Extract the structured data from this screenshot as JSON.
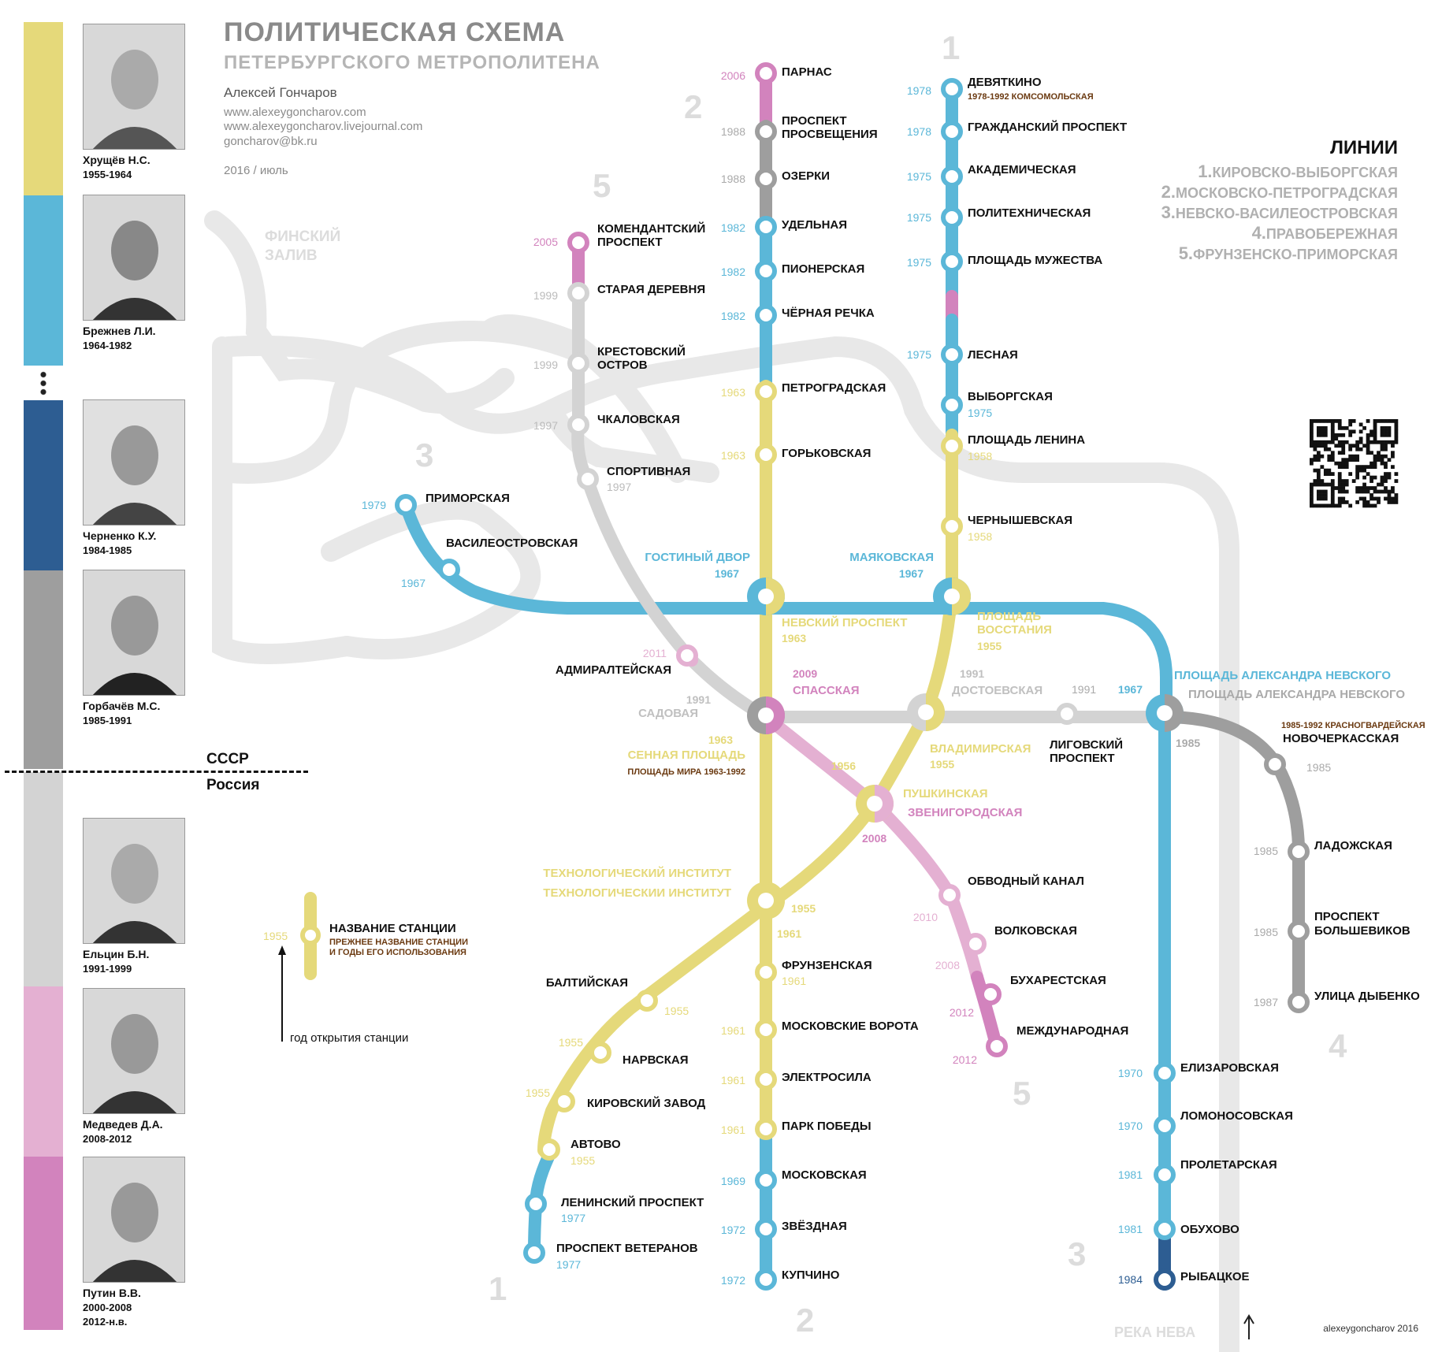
{
  "header": {
    "title": "ПОЛИТИЧЕСКАЯ СХЕМА",
    "subtitle": "ПЕТЕРБУРГСКОГО МЕТРОПОЛИТЕНА",
    "author": "Алексей Гончаров",
    "site": "www.alexeygoncharov.com",
    "blog": "www.alexeygoncharov.livejournal.com",
    "email": "goncharov@bk.ru",
    "date": "2016 / июль"
  },
  "colors": {
    "khrushchev": "#e5d97a",
    "brezhnev": "#5bb7d8",
    "chernenko": "#2d5d92",
    "gorbachev": "#9e9e9e",
    "yeltsin": "#d3d3d3",
    "medvedev": "#e4b0d2",
    "putin": "#d283bd",
    "text_gray": "#a3a3a3",
    "background_map": "#e8e8e8"
  },
  "leaders": [
    {
      "name": "Хрущёв Н.С.",
      "years": "1955-1964"
    },
    {
      "name": "Брежнев Л.И.",
      "years": "1964-1982"
    },
    {
      "name": "Черненко К.У.",
      "years": "1984-1985"
    },
    {
      "name": "Горбачёв М.С.",
      "years": "1985-1991"
    },
    {
      "name": "Ельцин Б.Н.",
      "years": "1991-1999"
    },
    {
      "name": "Медведев Д.А.",
      "years": "2008-2012"
    },
    {
      "name": "Путин В.В.",
      "years": "2000-2008",
      "years2": "2012-н.в."
    }
  ],
  "era": {
    "ussr": "СССР",
    "russia": "Россия"
  },
  "legend_lines": {
    "title": "ЛИНИИ",
    "items": [
      {
        "num": "1.",
        "name": "КИРОВСКО-ВЫБОРГСКАЯ"
      },
      {
        "num": "2.",
        "name": "МОСКОВСКО-ПЕТРОГРАДСКАЯ"
      },
      {
        "num": "3.",
        "name": "НЕВСКО-ВАСИЛЕОСТРОВСКАЯ"
      },
      {
        "num": "4.",
        "name": "ПРАВОБЕРЕЖНАЯ"
      },
      {
        "num": "5.",
        "name": "ФРУНЗЕНСКО-ПРИМОРСКАЯ"
      }
    ]
  },
  "legend_key": {
    "year": "1955",
    "station": "НАЗВАНИЕ СТАНЦИИ",
    "former1": "ПРЕЖНЕЕ НАЗВАНИЕ СТАНЦИИ",
    "former2": "И ГОДЫ ЕГО ИСПОЛЬЗОВАНИЯ",
    "opening": "год открытия станции"
  },
  "geo": {
    "gulf1": "ФИНСКИЙ",
    "gulf2": "ЗАЛИВ",
    "river": "РЕКА НЕВА"
  },
  "line_numbers": {
    "l1_top": "1",
    "l2_top": "2",
    "l5_top": "5",
    "l3_left": "3",
    "l1_bottom": "1",
    "l2_bottom": "2",
    "l3_bottom": "3",
    "l4_bottom": "4",
    "l5_bottom": "5"
  },
  "signature": "alexeygoncharov 2016",
  "stations": {
    "parnas": {
      "name": "ПАРНАС",
      "year": "2006"
    },
    "prosvescheniya": {
      "name1": "ПРОСПЕКТ",
      "name2": "ПРОСВЕЩЕНИЯ",
      "year": "1988"
    },
    "ozerki": {
      "name": "ОЗЕРКИ",
      "year": "1988"
    },
    "udelnaya": {
      "name": "УДЕЛЬНАЯ",
      "year": "1982"
    },
    "pionerskaya": {
      "name": "ПИОНЕРСКАЯ",
      "year": "1982"
    },
    "chernaya": {
      "name": "ЧЁРНАЯ РЕЧКА",
      "year": "1982"
    },
    "petrogradskaya": {
      "name": "ПЕТРОГРАДСКАЯ",
      "year": "1963"
    },
    "gorkovskaya": {
      "name": "ГОРЬКОВСКАЯ",
      "year": "1963"
    },
    "gostiny": {
      "name": "ГОСТИНЫЙ ДВОР",
      "year": "1967"
    },
    "nevsky": {
      "name": "НЕВСКИЙ ПРОСПЕКТ",
      "year": "1963"
    },
    "sennaya": {
      "name": "СЕННАЯ ПЛОЩАДЬ",
      "year": "1963",
      "former": "ПЛОЩАДЬ МИРА 1963-1992"
    },
    "spasskaya": {
      "name": "СПАССКАЯ",
      "year": "2009"
    },
    "sadovaya": {
      "name": "САДОВАЯ",
      "year": "1991"
    },
    "techno1": {
      "name": "ТЕХНОЛОГИЧЕСКИЙ ИНСТИТУТ"
    },
    "techno2": {
      "name": "ТЕХНОЛОГИЧЕСКИИ ИНСТИТУТ",
      "year1": "1955",
      "year2": "1961"
    },
    "frunzenskaya": {
      "name": "ФРУНЗЕНСКАЯ",
      "year": "1961"
    },
    "moskovskie": {
      "name": "МОСКОВСКИЕ ВОРОТА",
      "year": "1961"
    },
    "elektrosila": {
      "name": "ЭЛЕКТРОСИЛА",
      "year": "1961"
    },
    "park": {
      "name": "ПАРК ПОБЕДЫ",
      "year": "1961"
    },
    "moskovskaya": {
      "name": "МОСКОВСКАЯ",
      "year": "1969"
    },
    "zvezdnaya": {
      "name": "ЗВЁЗДНАЯ",
      "year": "1972"
    },
    "kupchino": {
      "name": "КУПЧИНО",
      "year": "1972"
    },
    "devyatkino": {
      "name": "ДЕВЯТКИНО",
      "year": "1978",
      "former": "1978-1992 КОМСОМОЛЬСКАЯ"
    },
    "grazhdansky": {
      "name": "ГРАЖДАНСКИЙ ПРОСПЕКТ",
      "year": "1978"
    },
    "akademicheskaya": {
      "name": "АКАДЕМИЧЕСКАЯ",
      "year": "1975"
    },
    "politehnicheskaya": {
      "name": "ПОЛИТЕХНИЧЕСКАЯ",
      "year": "1975"
    },
    "muzhestva": {
      "name": "ПЛОЩАДЬ МУЖЕСТВА",
      "year": "1975"
    },
    "lesnaya": {
      "name": "ЛЕСНАЯ",
      "year": "1975"
    },
    "vyborgskaya": {
      "name": "ВЫБОРГСКАЯ",
      "year": "1975"
    },
    "lenina": {
      "name": "ПЛОЩАДЬ ЛЕНИНА",
      "year": "1958"
    },
    "chernyshevskaya": {
      "name": "ЧЕРНЫШЕВСКАЯ",
      "year": "1958"
    },
    "mayakovskaya": {
      "name": "МАЯКОВСКАЯ",
      "year": "1967"
    },
    "vosstaniya": {
      "name1": "ПЛОЩАДЬ",
      "name2": "ВОССТАНИЯ",
      "year": "1955"
    },
    "dostoevskaya": {
      "name": "ДОСТОЕВСКАЯ",
      "year": "1991"
    },
    "vladimirskaya": {
      "name": "ВЛАДИМИРСКАЯ",
      "year": "1955"
    },
    "pushkinskaya": {
      "name": "ПУШКИНСКАЯ",
      "year": "1956"
    },
    "zvenigorodskaya": {
      "name": "ЗВЕНИГОРОДСКАЯ",
      "year": "2008"
    },
    "baltiyskaya": {
      "name": "БАЛТИЙСКАЯ",
      "year": "1955"
    },
    "narvskaya": {
      "name": "НАРВСКАЯ",
      "year": "1955"
    },
    "kirovsky": {
      "name": "КИРОВСКИЙ ЗАВОД",
      "year": "1955"
    },
    "avtovo": {
      "name": "АВТОВО",
      "year": "1955"
    },
    "leninsky": {
      "name": "ЛЕНИНСКИЙ ПРОСПЕКТ",
      "year": "1977"
    },
    "veteranov": {
      "name": "ПРОСПЕКТ ВЕТЕРАНОВ",
      "year": "1977"
    },
    "primorskaya": {
      "name": "ПРИМОРСКАЯ",
      "year": "1979"
    },
    "vasileostrovskaya": {
      "name": "ВАСИЛЕОСТРОВСКАЯ",
      "year": "1967"
    },
    "nevskogo1": {
      "name": "ПЛОЩАДЬ АЛЕКСАНДРА НЕВСКОГО",
      "year": "1967"
    },
    "nevskogo2": {
      "name": "ПЛОЩАДЬ АЛЕКСАНДРА НЕВСКОГО",
      "year": "1985"
    },
    "ligovsky": {
      "name1": "ЛИГОВСКИЙ",
      "name2": "ПРОСПЕКТ",
      "year": "1991"
    },
    "novocherkasskaya": {
      "name": "НОВОЧЕРКАССКАЯ",
      "year": "1985",
      "former": "1985-1992 КРАСНОГВАРДЕЙСКАЯ"
    },
    "ladozhskaya": {
      "name": "ЛАДОЖСКАЯ",
      "year": "1985"
    },
    "bolshevikov": {
      "name1": "ПРОСПЕКТ",
      "name2": "БОЛЬШЕВИКОВ",
      "year": "1985"
    },
    "dybenko": {
      "name": "УЛИЦА ДЫБЕНКО",
      "year": "1987"
    },
    "elizarovskaya": {
      "name": "ЕЛИЗАРОВСКАЯ",
      "year": "1970"
    },
    "lomonosovskaya": {
      "name": "ЛОМОНОСОВСКАЯ",
      "year": "1970"
    },
    "proletarskaya": {
      "name": "ПРОЛЕТАРСКАЯ",
      "year": "1981"
    },
    "obukhovo": {
      "name": "ОБУХОВО",
      "year": "1981"
    },
    "rybatskoe": {
      "name": "РЫБАЦКОЕ",
      "year": "1984"
    },
    "komendantsky": {
      "name1": "КОМЕНДАНТСКИЙ",
      "name2": "ПРОСПЕКТ",
      "year": "2005"
    },
    "staraya": {
      "name": "СТАРАЯ ДЕРЕВНЯ",
      "year": "1999"
    },
    "krestovsky": {
      "name1": "КРЕСТОВСКИЙ",
      "name2": "ОСТРОВ",
      "year": "1999"
    },
    "chkalovskaya": {
      "name": "ЧКАЛОВСКАЯ",
      "year": "1997"
    },
    "sportivnaya": {
      "name": "СПОРТИВНАЯ",
      "year": "1997"
    },
    "admiralteyskaya": {
      "name": "АДМИРАЛТЕЙСКАЯ",
      "year": "2011"
    },
    "obvodny": {
      "name": "ОБВОДНЫЙ КАНАЛ",
      "year": "2010"
    },
    "volkovskaya": {
      "name": "ВОЛКОВСКАЯ",
      "year": "2008"
    },
    "buharestskaya": {
      "name": "БУХАРЕСТСКАЯ",
      "year": "2012"
    },
    "mezhdunarodnaya": {
      "name": "МЕЖДУНАРОДНАЯ",
      "year": "2012"
    }
  }
}
